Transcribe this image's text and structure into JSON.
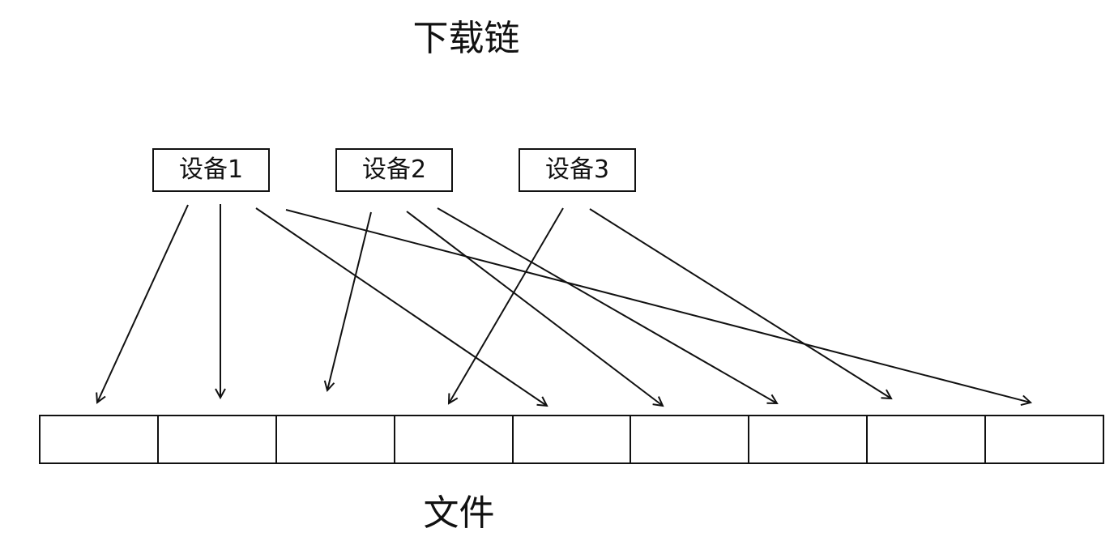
{
  "title": "下载链",
  "devices": [
    {
      "label": "设备1"
    },
    {
      "label": "设备2"
    },
    {
      "label": "设备3"
    }
  ],
  "file": {
    "label": "文件",
    "cell_count": 9
  },
  "arrows": [
    {
      "from_device": 1,
      "to_cell": 1
    },
    {
      "from_device": 1,
      "to_cell": 2
    },
    {
      "from_device": 1,
      "to_cell": 5
    },
    {
      "from_device": 1,
      "to_cell": 9
    },
    {
      "from_device": 2,
      "to_cell": 3
    },
    {
      "from_device": 2,
      "to_cell": 6
    },
    {
      "from_device": 2,
      "to_cell": 7
    },
    {
      "from_device": 3,
      "to_cell": 4
    },
    {
      "from_device": 3,
      "to_cell": 8
    }
  ],
  "colors": {
    "line": "#111111",
    "background": "#ffffff"
  }
}
